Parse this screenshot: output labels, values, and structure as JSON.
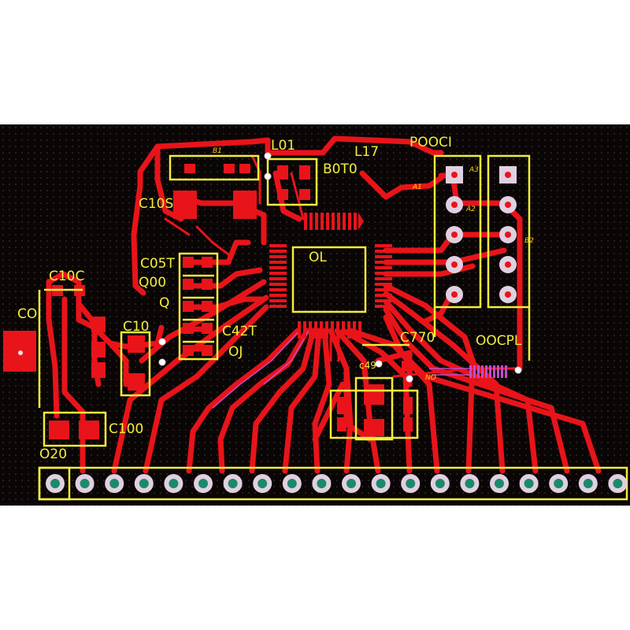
{
  "board": {
    "colors": {
      "substrate": "#0b0606",
      "copper": "#e8141a",
      "silkscreen": "#f2ee3a",
      "pad_ring": "#e0d0e0",
      "pad_hole": "#1c8a6a",
      "fine_trace": "#c04cc8"
    },
    "labels": {
      "l101": "L01",
      "l17": "L17",
      "p00ci": "POOCI",
      "b0t0": "B0T0",
      "c10s": "C10S",
      "c05t": "C05T",
      "q00": "Q00",
      "q": "Q",
      "c42t": "C42T",
      "oj": "OJ",
      "c10c": "C10C",
      "co": "CO",
      "c10": "C10",
      "ol": "OL",
      "c770": "C770",
      "oocpl": "OOCPL",
      "c100": "C100",
      "o20": "O20",
      "c49": "c49"
    },
    "copper_text": {
      "a1": "A1",
      "a2": "A2",
      "a3": "A3",
      "no": "NO",
      "b1": "B1",
      "b2": "B2"
    },
    "header_pins": 20,
    "connector_pins": 10
  }
}
